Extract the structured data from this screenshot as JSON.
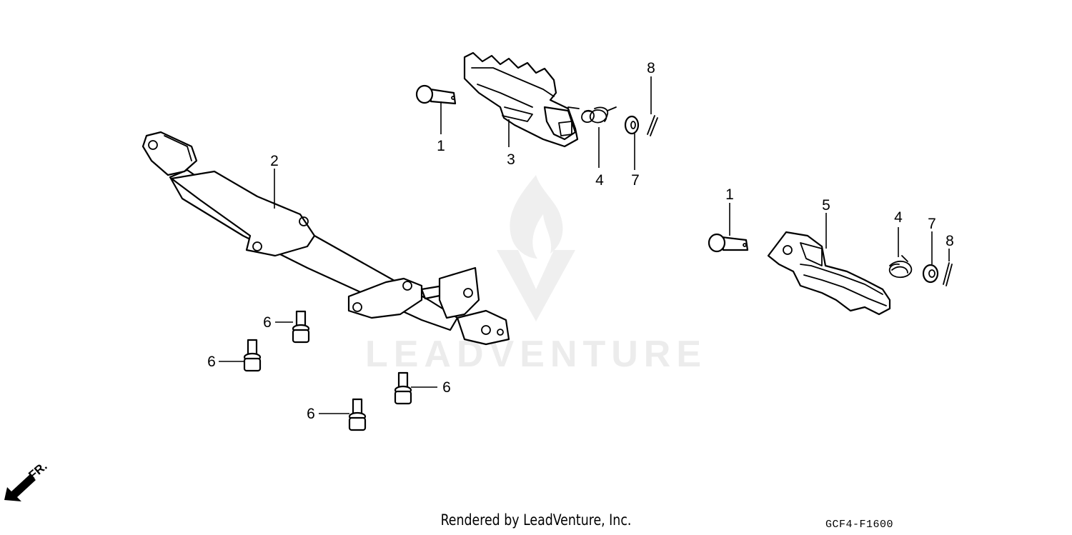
{
  "diagram": {
    "watermark_text": "LEADVENTURE",
    "front_indicator": "FR.",
    "callouts": [
      {
        "id": "c1a",
        "label": "1"
      },
      {
        "id": "c2",
        "label": "2"
      },
      {
        "id": "c3",
        "label": "3"
      },
      {
        "id": "c4a",
        "label": "4"
      },
      {
        "id": "c7a",
        "label": "7"
      },
      {
        "id": "c8a",
        "label": "8"
      },
      {
        "id": "c1b",
        "label": "1"
      },
      {
        "id": "c5",
        "label": "5"
      },
      {
        "id": "c4b",
        "label": "4"
      },
      {
        "id": "c7b",
        "label": "7"
      },
      {
        "id": "c8b",
        "label": "8"
      },
      {
        "id": "c6a",
        "label": "6"
      },
      {
        "id": "c6b",
        "label": "6"
      },
      {
        "id": "c6c",
        "label": "6"
      },
      {
        "id": "c6d",
        "label": "6"
      }
    ]
  },
  "footer": {
    "credit": "Rendered by LeadVenture, Inc.",
    "diagram_code": "GCF4-F1600"
  }
}
